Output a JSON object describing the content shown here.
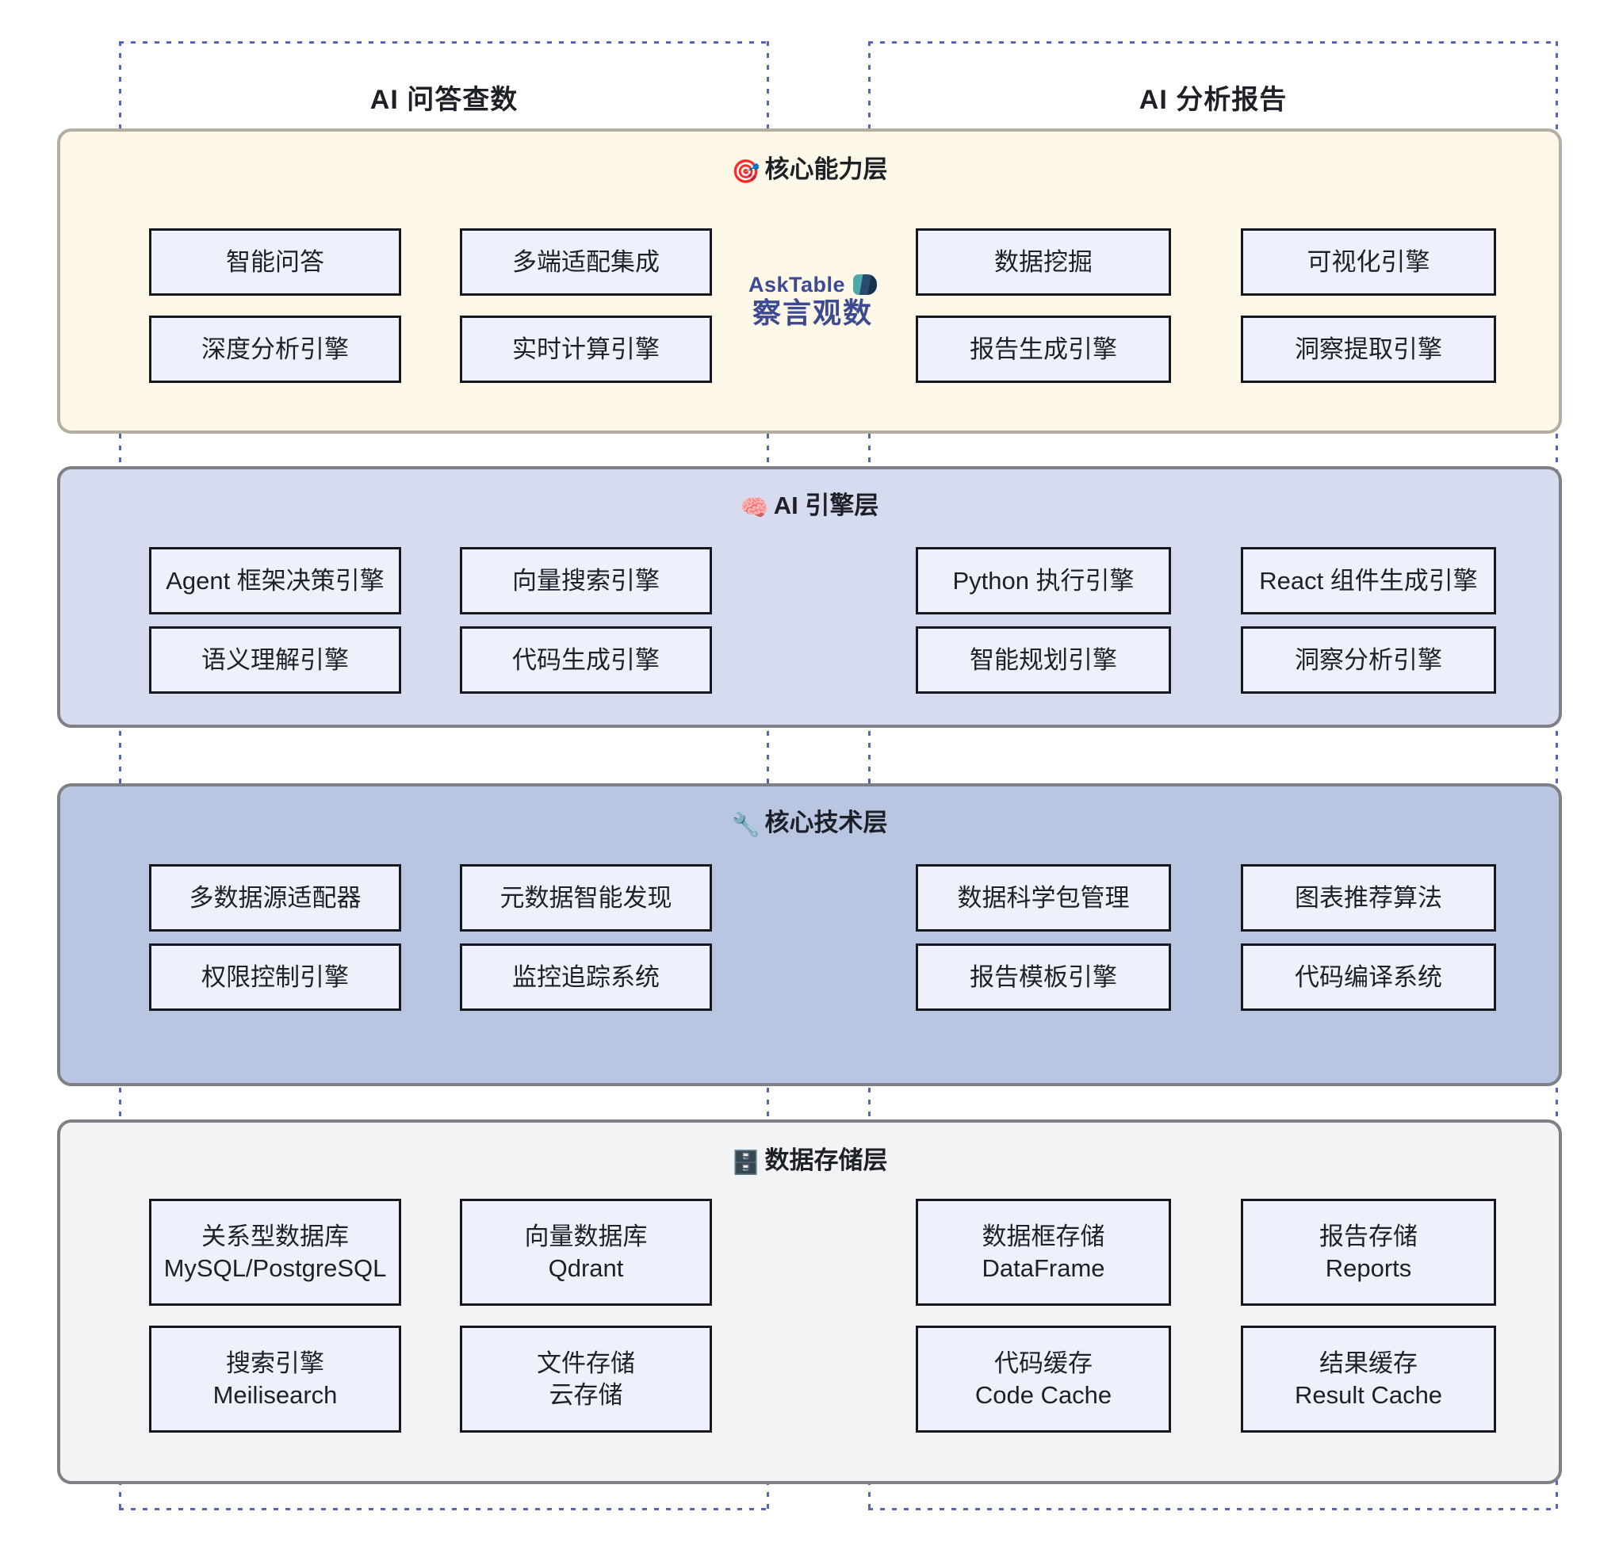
{
  "columns": [
    {
      "id": "qa",
      "title": "AI 问答查数"
    },
    {
      "id": "report",
      "title": "AI 分析报告"
    }
  ],
  "brand": {
    "name": "AskTable",
    "tagline": "察言观数",
    "mark": "asktable-logo-mark",
    "accent": "#3c4a93"
  },
  "layers": [
    {
      "id": "core-capability",
      "title": "核心能力层",
      "emoji": "🎯",
      "emoji_name": "target-icon",
      "fill": "#fdf8e8",
      "border": "#b4aea0",
      "left_boxes": [
        {
          "line1": "智能问答"
        },
        {
          "line1": "多端适配集成"
        },
        {
          "line1": "深度分析引擎"
        },
        {
          "line1": "实时计算引擎"
        }
      ],
      "right_boxes": [
        {
          "line1": "数据挖掘"
        },
        {
          "line1": "可视化引擎"
        },
        {
          "line1": "报告生成引擎"
        },
        {
          "line1": "洞察提取引擎"
        }
      ]
    },
    {
      "id": "ai-engine",
      "title": "AI 引擎层",
      "emoji": "🧠",
      "emoji_name": "brain-icon",
      "fill": "#d7dbf0",
      "border": "#7e8086",
      "left_boxes": [
        {
          "line1": "Agent 框架决策引擎"
        },
        {
          "line1": "向量搜索引擎"
        },
        {
          "line1": "语义理解引擎"
        },
        {
          "line1": "代码生成引擎"
        }
      ],
      "right_boxes": [
        {
          "line1": "Python 执行引擎"
        },
        {
          "line1": "React 组件生成引擎"
        },
        {
          "line1": "智能规划引擎"
        },
        {
          "line1": "洞察分析引擎"
        }
      ]
    },
    {
      "id": "core-technology",
      "title": "核心技术层",
      "emoji": "🔧",
      "emoji_name": "wrench-icon",
      "fill": "#b9c6e2",
      "border": "#7e8086",
      "left_boxes": [
        {
          "line1": "多数据源适配器"
        },
        {
          "line1": "元数据智能发现"
        },
        {
          "line1": "权限控制引擎"
        },
        {
          "line1": "监控追踪系统"
        }
      ],
      "right_boxes": [
        {
          "line1": "数据科学包管理"
        },
        {
          "line1": "图表推荐算法"
        },
        {
          "line1": "报告模板引擎"
        },
        {
          "line1": "代码编译系统"
        }
      ]
    },
    {
      "id": "data-storage",
      "title": "数据存储层",
      "emoji": "🗄️",
      "emoji_name": "file-cabinet-icon",
      "fill": "#f2f3f4",
      "border": "#7e8086",
      "left_boxes": [
        {
          "line1": "关系型数据库",
          "line2": "MySQL/PostgreSQL"
        },
        {
          "line1": "向量数据库",
          "line2": "Qdrant"
        },
        {
          "line1": "搜索引擎",
          "line2": "Meilisearch"
        },
        {
          "line1": "文件存储",
          "line2": "云存储"
        }
      ],
      "right_boxes": [
        {
          "line1": "数据框存储",
          "line2": "DataFrame"
        },
        {
          "line1": "报告存储",
          "line2": "Reports"
        },
        {
          "line1": "代码缓存",
          "line2": "Code Cache"
        },
        {
          "line1": "结果缓存",
          "line2": "Result Cache"
        }
      ]
    }
  ],
  "palette": {
    "box_fill": "#eef1fb",
    "box_border": "#16181d",
    "guide_dot": "#5566b8",
    "page_background": "#ffffff",
    "text": "#1d2026"
  }
}
